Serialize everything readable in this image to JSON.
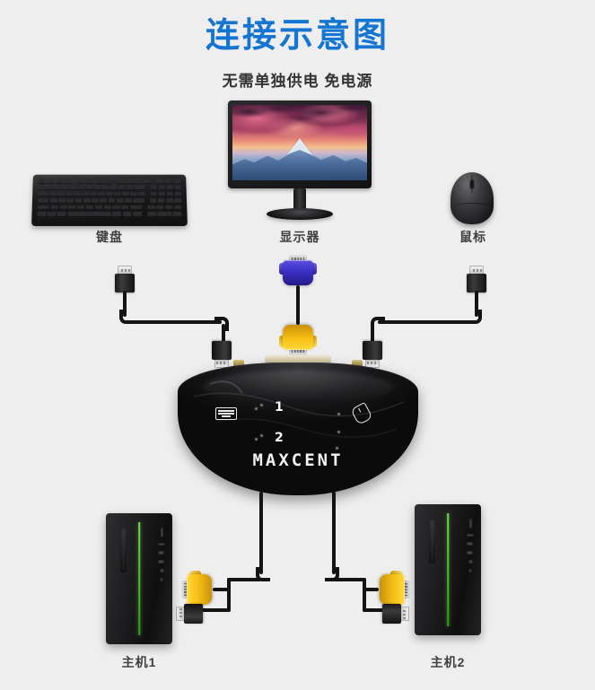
{
  "page": {
    "background_color": "#eeeeee",
    "title": "连接示意图",
    "title_color": "#1575d2",
    "subtitle": "无需单独供电 免电源"
  },
  "devices": {
    "keyboard": {
      "label": "键盘",
      "icon": "keyboard-icon"
    },
    "monitor": {
      "label": "显示器",
      "icon": "monitor-icon"
    },
    "mouse": {
      "label": "鼠标",
      "icon": "mouse-icon"
    },
    "host1": {
      "label": "主机1",
      "icon": "desktop-tower-icon"
    },
    "host2": {
      "label": "主机2",
      "icon": "desktop-tower-icon"
    }
  },
  "switch": {
    "brand": "MAXCENT",
    "keyboard_glyph": "keyboard-icon",
    "mouse_glyph": "mouse-icon",
    "port_labels": [
      "1",
      "2"
    ],
    "body_color": "#101012",
    "vga_port_color": "#cbbf9d"
  },
  "connectors": {
    "vga_blue_color": "#3a2fc4",
    "vga_yellow_color": "#f6bf15",
    "usb_color": "#141414",
    "cable_color": "#141414"
  }
}
